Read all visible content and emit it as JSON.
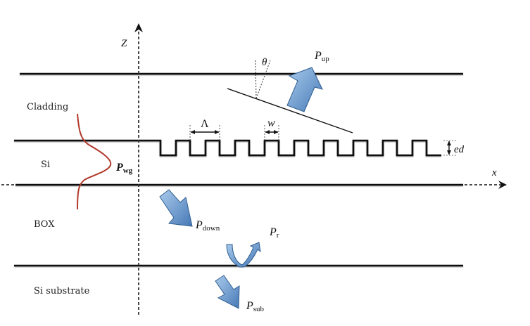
{
  "figure": {
    "title": "Grating coupler cross-section with power flows",
    "axes": {
      "z_label": "Z",
      "x_label": "x"
    },
    "layers": [
      {
        "name": "Cladding"
      },
      {
        "name": "Si"
      },
      {
        "name": "BOX"
      },
      {
        "name": "Si substrate"
      }
    ],
    "grating": {
      "period_symbol": "Λ",
      "tooth_width_symbol": "w",
      "etch_depth_symbol": "ed",
      "tooth_count": 9
    },
    "emission_angle_symbol": "θ",
    "mode_profile_label": {
      "base": "P",
      "sub": "wg"
    },
    "power_labels": {
      "up": {
        "base": "P",
        "sub": "up"
      },
      "down": {
        "base": "P",
        "sub": "down"
      },
      "reflected": {
        "base": "P",
        "sub": "r"
      },
      "substrate": {
        "base": "P",
        "sub": "sub"
      }
    },
    "colors": {
      "arrow_fill_light": "#9ec3e6",
      "arrow_fill_dark": "#4a7fbd",
      "arrow_stroke": "#2f5d8f",
      "mode_profile": "#b0392b",
      "lines": "#111111"
    }
  }
}
